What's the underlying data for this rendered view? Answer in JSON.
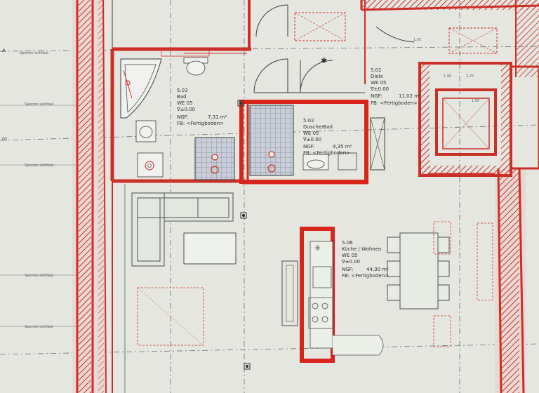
{
  "plan": {
    "axis_markers": [
      "A",
      "01"
    ],
    "rooms": [
      {
        "id": "5.03",
        "name": "Bad",
        "unit": "WE 05",
        "level": "∇±0.00",
        "ngf_label": "NGF:",
        "area": "7,31 m²",
        "floor": "FB: <Fertigboden>"
      },
      {
        "id": "5.02",
        "name": "Dusche/Bad",
        "unit": "WE 05",
        "level": "∇±0.00",
        "ngf_label": "NGF:",
        "area": "4,35 m²",
        "floor": "FB: <Fertigboden>"
      },
      {
        "id": "5.01",
        "name": "Diele",
        "unit": "WE 05",
        "level": "∇±0.00",
        "ngf_label": "NGF:",
        "area": "11,02 m²",
        "floor": "FB: <Fertigboden>"
      },
      {
        "id": "5.06",
        "name": "Küche | Wohnen",
        "unit": "WE 05",
        "level": "∇±0.00",
        "ngf_label": "NGF:",
        "area": "44,30 m²",
        "floor": "FB: <Fertigboden>"
      }
    ],
    "wall_notes": [
      "Sperren sichtbar",
      "Sperren sichtbar",
      "Sperren sichtbar",
      "Sperren sichtbar",
      "Sperren sichtbar"
    ],
    "dimension_notes": [
      "1,05",
      "1,90",
      "2,25",
      "1,90"
    ],
    "accent_colors": {
      "wall": "#cc2f25",
      "highlight": "#d8241c",
      "paper": "#e8ebe4",
      "line": "#6f7570",
      "tile": "#9aa3b5"
    }
  }
}
